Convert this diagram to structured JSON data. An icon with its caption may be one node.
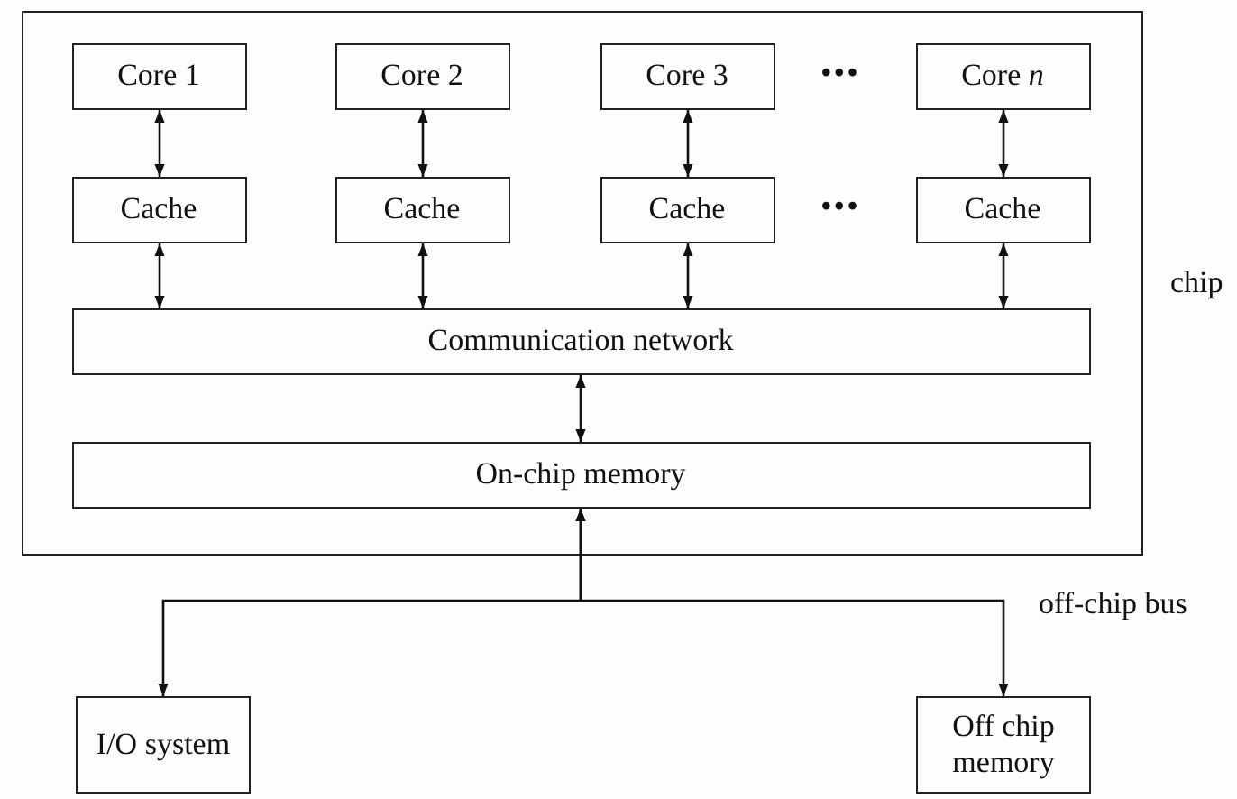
{
  "diagram": {
    "nodes": [
      {
        "text": [
          "chip"
        ]
      },
      {
        "text": [
          "Core 1"
        ],
        "in": 0
      },
      {
        "text": [
          "Core 2"
        ],
        "in": 0
      },
      {
        "text": [
          "Core 3"
        ],
        "in": 0
      },
      {
        "text": [
          "Core *n*"
        ],
        "in": 0
      },
      {
        "text": [
          "Cache"
        ],
        "in": 0
      },
      {
        "text": [
          "Cache"
        ],
        "in": 0
      },
      {
        "text": [
          "Cache"
        ],
        "in": 0
      },
      {
        "text": [
          "Cache"
        ],
        "in": 0
      },
      {
        "text": [
          "Communication network"
        ],
        "in": 0
      },
      {
        "text": [
          "On-chip memory"
        ],
        "in": 0
      },
      {
        "text": [
          "I/O system"
        ]
      },
      {
        "text": [
          "Off chip memory"
        ]
      }
    ],
    "edges": [
      {
        "from": 1,
        "to": 5,
        "arrow": "both"
      },
      {
        "from": 2,
        "to": 6,
        "arrow": "both"
      },
      {
        "from": 3,
        "to": 7,
        "arrow": "both"
      },
      {
        "from": 4,
        "to": 8,
        "arrow": "both"
      },
      {
        "from": 5,
        "to": 9,
        "arrow": "both"
      },
      {
        "from": 6,
        "to": 9,
        "arrow": "both"
      },
      {
        "from": 7,
        "to": 9,
        "arrow": "both"
      },
      {
        "from": 8,
        "to": 9,
        "arrow": "both"
      },
      {
        "from": 9,
        "to": 10,
        "arrow": "both"
      },
      {
        "from": 10,
        "to": 11,
        "arrow": "both"
      },
      {
        "from": 10,
        "to": 12,
        "arrow": "both"
      }
    ],
    "labels": [
      "•••",
      "•••",
      "off-chip bus"
    ]
  }
}
